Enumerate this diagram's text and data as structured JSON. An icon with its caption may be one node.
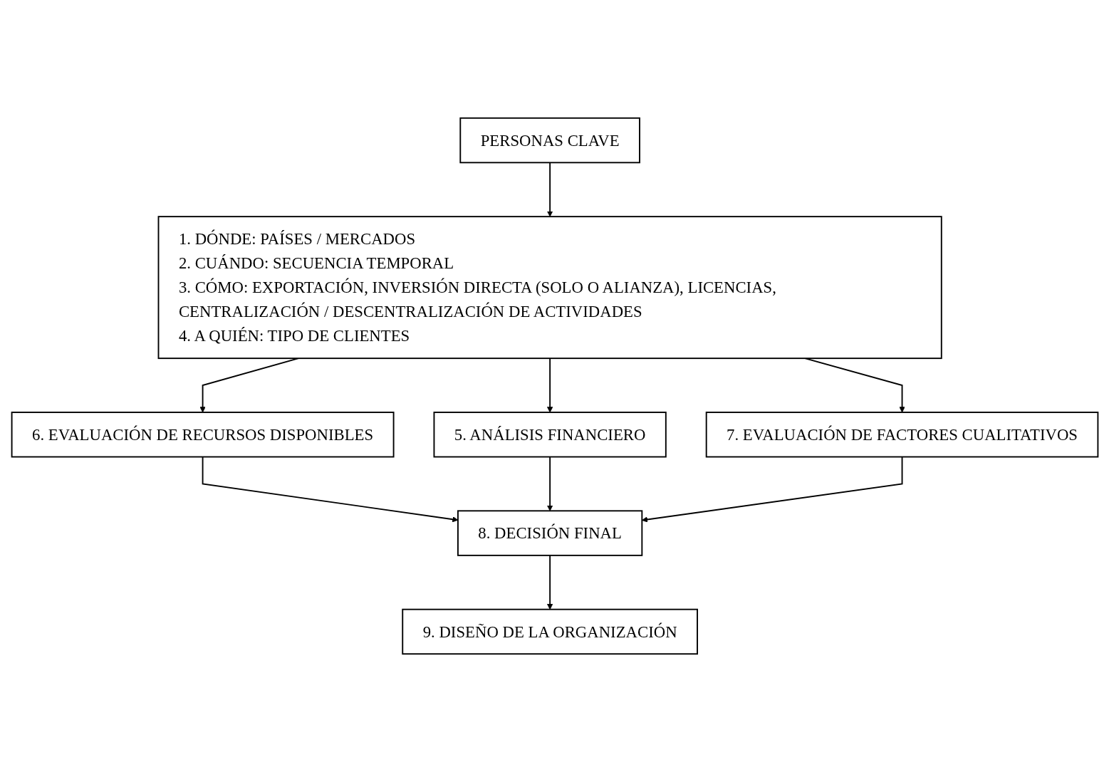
{
  "diagram": {
    "nodes": [
      {
        "text": [
          "PERSONAS CLAVE"
        ]
      },
      {
        "text": [
          "1. DÓNDE: PAÍSES / MERCADOS",
          "2. CUÁNDO: SECUENCIA TEMPORAL",
          "3. CÓMO: EXPORTACIÓN, INVERSIÓN DIRECTA (SOLO O ALIANZA), LICENCIAS, CENTRALIZACIÓN / DESCENTRALIZACIÓN DE ACTIVIDADES",
          "4. A QUIÉN: TIPO DE CLIENTES"
        ]
      },
      {
        "text": [
          "6. EVALUACIÓN DE RECURSOS DISPONIBLES"
        ]
      },
      {
        "text": [
          "5. ANÁLISIS FINANCIERO"
        ]
      },
      {
        "text": [
          "7. EVALUACIÓN DE FACTORES CUALITATIVOS"
        ]
      },
      {
        "text": [
          "8. DECISIÓN FINAL"
        ]
      },
      {
        "text": [
          "9. DISEÑO DE LA ORGANIZACIÓN"
        ]
      }
    ],
    "edges": [
      {
        "from": 0,
        "to": 1,
        "arrow": "to"
      },
      {
        "from": 1,
        "to": 2,
        "arrow": "to"
      },
      {
        "from": 1,
        "to": 3,
        "arrow": "to"
      },
      {
        "from": 1,
        "to": 4,
        "arrow": "to"
      },
      {
        "from": 2,
        "to": 5,
        "arrow": "to"
      },
      {
        "from": 3,
        "to": 5,
        "arrow": "to"
      },
      {
        "from": 4,
        "to": 5,
        "arrow": "to"
      },
      {
        "from": 5,
        "to": 6,
        "arrow": "to"
      }
    ]
  }
}
